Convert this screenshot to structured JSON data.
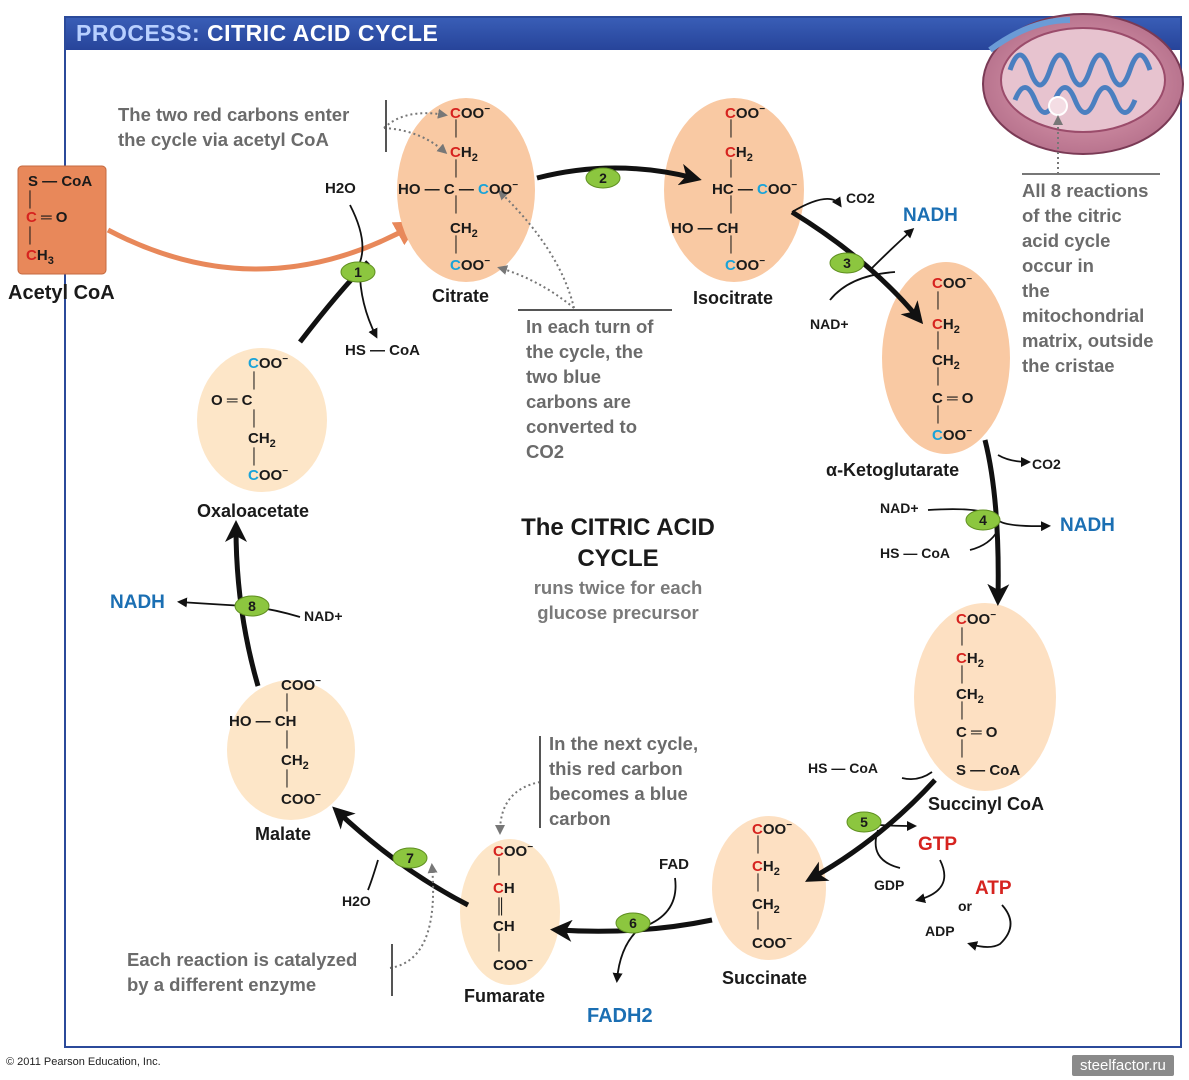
{
  "header": {
    "title_lead": "PROCESS:",
    "title_rest": "CITRIC ACID CYCLE"
  },
  "center": {
    "title_line1": "The CITRIC ACID",
    "title_line2": "CYCLE",
    "subtitle_line1": "runs twice for each",
    "subtitle_line2": "glucose precursor"
  },
  "molecules": {
    "acetyl_coa": "Acetyl CoA",
    "citrate": "Citrate",
    "isocitrate": "Isocitrate",
    "ketoglutarate": "α-Ketoglutarate",
    "succinyl_coa": "Succinyl CoA",
    "succinate": "Succinate",
    "fumarate": "Fumarate",
    "malate": "Malate",
    "oxaloacetate": "Oxaloacetate"
  },
  "notes": {
    "red_carbons": [
      "The two red carbons enter",
      "the cycle via acetyl CoA"
    ],
    "blue_carbons": [
      "In each turn of",
      "the cycle, the",
      "two blue",
      "carbons are",
      "converted to",
      "CO2"
    ],
    "mitochondria": [
      "All 8 reactions",
      "of the citric",
      "acid cycle",
      "occur in",
      "the",
      "mitochondrial",
      "matrix, outside",
      "the cristae"
    ],
    "next_cycle": [
      "In the next cycle,",
      "this red carbon",
      "becomes a blue",
      "carbon"
    ],
    "enzyme": [
      "Each reaction is catalyzed",
      "by a different enzyme"
    ]
  },
  "steps": [
    "1",
    "2",
    "3",
    "4",
    "5",
    "6",
    "7",
    "8"
  ],
  "byproducts": {
    "nadh": "NADH",
    "nad": "NAD+",
    "co2": "CO2",
    "h2o": "H2O",
    "hs_coa": "HS — CoA",
    "gtp": "GTP",
    "gdp": "GDP",
    "atp": "ATP",
    "adp": "ADP",
    "or": "or",
    "fad": "FAD",
    "fadh2": "FADH2"
  },
  "footer": {
    "copyright": "© 2011 Pearson Education, Inc.",
    "watermark": "steelfactor.ru"
  },
  "colors": {
    "title_bar": "#2f52a8",
    "red_carbon": "#d6231f",
    "blue_carbon": "#1aa3d8",
    "nadh_blue": "#1b6fb3",
    "molecule_fill_dark": "#f9c9a3",
    "molecule_fill_light": "#fde6c8",
    "acetyl_box": "#e8885a",
    "step_badge": "#8cc63f",
    "gtp_red": "#d6231f"
  }
}
